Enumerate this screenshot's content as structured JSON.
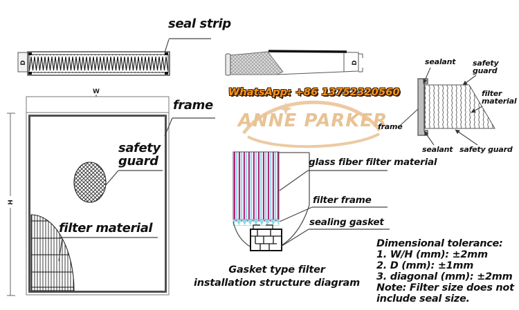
{
  "main_view": {
    "seal_strip_label": "seal strip",
    "frame_label": "frame",
    "safety_guard_line1": "safety",
    "safety_guard_line2": "guard",
    "filter_material_label": "filter material",
    "dim_width": "W",
    "dim_height": "H",
    "dim_depth": "D"
  },
  "side_view": {
    "dim_depth": "D"
  },
  "contact": {
    "whatsapp": "WhatsApp: +86 13752320560"
  },
  "brand": {
    "name": "ANNE PARKER"
  },
  "installation_diagram": {
    "glass_fiber_label": "glass fiber filter material",
    "filter_frame_label": "filter frame",
    "sealing_gasket_label": "sealing gasket",
    "caption_line1": "Gasket type filter",
    "caption_line2": "installation structure diagram"
  },
  "section_view": {
    "sealant_top_label": "sealant",
    "safety_guard_top_line1": "safety",
    "safety_guard_top_line2": "guard",
    "filter_material_line1": "filter",
    "filter_material_line2": "material",
    "frame_label": "frame",
    "sealant_bottom_label": "sealant",
    "safety_guard_bottom_label": "safety guard"
  },
  "tolerances": {
    "title": "Dimensional tolerance:",
    "items": [
      "1. W/H (mm): ±2mm",
      "2. D (mm): ±1mm",
      "3. diagonal (mm): ±2mm"
    ],
    "note_line1": "Note: Filter size does not",
    "note_line2": "include seal size."
  },
  "colors": {
    "accent_orange": "#f7941d",
    "brand_tan": "#e9c294",
    "stripe_magenta": "#b01070",
    "stripe_cyan": "#85d6e3",
    "line_gray": "#4a4a4a"
  }
}
